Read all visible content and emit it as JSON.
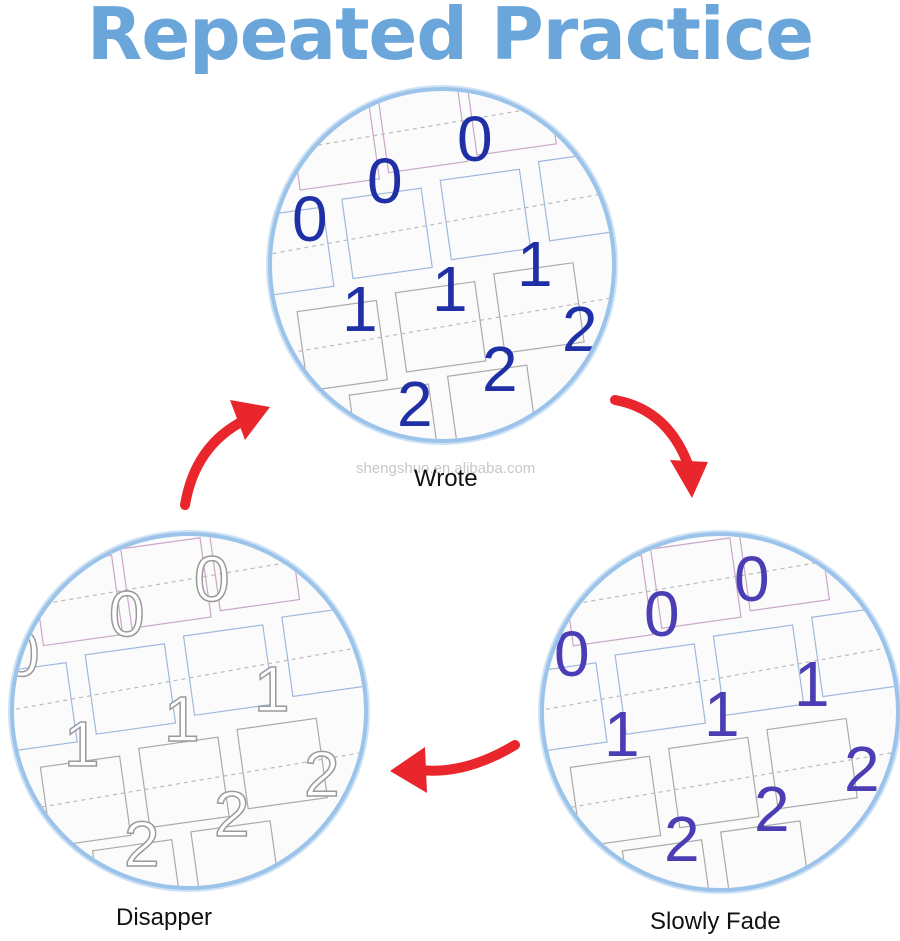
{
  "title": "Repeated Practice",
  "watermark": "shengshuo.en.alibaba.com",
  "stages": [
    {
      "caption": "Wrote",
      "ink_color": "#1f2fa6",
      "digits": [
        "0",
        "1",
        "2"
      ]
    },
    {
      "caption": "Slowly Fade",
      "ink_color": "#4b3db3",
      "digits": [
        "0",
        "1",
        "2"
      ]
    },
    {
      "caption": "Disapper",
      "ink_color": "#bdbdbd",
      "digits": [
        "0",
        "1",
        "2"
      ]
    }
  ],
  "colors": {
    "title": "#6aa6da",
    "arrow": "#e8262c",
    "circle_border": "#9cc4ea"
  }
}
